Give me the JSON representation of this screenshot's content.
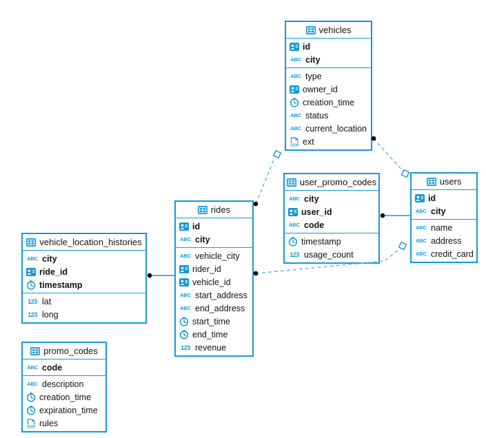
{
  "diagram": {
    "accent_color": "#1598d6",
    "dashed_line_color": "#6cbbe8",
    "icons": {
      "abc_glyph": "ABC",
      "num_glyph": "123",
      "json_glyph": "JSON"
    },
    "tables": [
      {
        "name": "vehicles",
        "pk": [
          {
            "name": "id",
            "type": "uuid"
          },
          {
            "name": "city",
            "type": "string"
          }
        ],
        "cols": [
          {
            "name": "type",
            "type": "string"
          },
          {
            "name": "owner_id",
            "type": "uuid"
          },
          {
            "name": "creation_time",
            "type": "datetime"
          },
          {
            "name": "status",
            "type": "string"
          },
          {
            "name": "current_location",
            "type": "string"
          },
          {
            "name": "ext",
            "type": "json"
          }
        ]
      },
      {
        "name": "user_promo_codes",
        "pk": [
          {
            "name": "city",
            "type": "string"
          },
          {
            "name": "user_id",
            "type": "uuid"
          },
          {
            "name": "code",
            "type": "string"
          }
        ],
        "cols": [
          {
            "name": "timestamp",
            "type": "datetime"
          },
          {
            "name": "usage_count",
            "type": "number"
          }
        ]
      },
      {
        "name": "users",
        "pk": [
          {
            "name": "id",
            "type": "uuid"
          },
          {
            "name": "city",
            "type": "string"
          }
        ],
        "cols": [
          {
            "name": "name",
            "type": "string"
          },
          {
            "name": "address",
            "type": "string"
          },
          {
            "name": "credit_card",
            "type": "string"
          }
        ]
      },
      {
        "name": "rides",
        "pk": [
          {
            "name": "id",
            "type": "uuid"
          },
          {
            "name": "city",
            "type": "string"
          }
        ],
        "cols": [
          {
            "name": "vehicle_city",
            "type": "string"
          },
          {
            "name": "rider_id",
            "type": "uuid"
          },
          {
            "name": "vehicle_id",
            "type": "uuid"
          },
          {
            "name": "start_address",
            "type": "string"
          },
          {
            "name": "end_address",
            "type": "string"
          },
          {
            "name": "start_time",
            "type": "datetime"
          },
          {
            "name": "end_time",
            "type": "datetime"
          },
          {
            "name": "revenue",
            "type": "number"
          }
        ]
      },
      {
        "name": "vehicle_location_histories",
        "pk": [
          {
            "name": "city",
            "type": "string"
          },
          {
            "name": "ride_id",
            "type": "uuid"
          },
          {
            "name": "timestamp",
            "type": "datetime"
          }
        ],
        "cols": [
          {
            "name": "lat",
            "type": "number"
          },
          {
            "name": "long",
            "type": "number"
          }
        ]
      },
      {
        "name": "promo_codes",
        "pk": [
          {
            "name": "code",
            "type": "string"
          }
        ],
        "cols": [
          {
            "name": "description",
            "type": "string"
          },
          {
            "name": "creation_time",
            "type": "datetime"
          },
          {
            "name": "expiration_time",
            "type": "datetime"
          },
          {
            "name": "rules",
            "type": "json"
          }
        ]
      }
    ],
    "connections": [
      {
        "from": "vehicle_location_histories",
        "to": "rides",
        "line_style": "solid",
        "from_marker": "dot",
        "to_marker": "none"
      },
      {
        "from": "user_promo_codes",
        "to": "users",
        "line_style": "solid",
        "from_marker": "dot",
        "to_marker": "none"
      },
      {
        "from": "rides",
        "to": "vehicles",
        "line_style": "dashed",
        "from_marker": "dot",
        "to_marker": "diamond"
      },
      {
        "from": "vehicles",
        "to": "users",
        "line_style": "dashed",
        "from_marker": "dot",
        "to_marker": "diamond"
      },
      {
        "from": "rides",
        "to": "users",
        "line_style": "dashed",
        "from_marker": "dot",
        "to_marker": "diamond"
      }
    ]
  }
}
